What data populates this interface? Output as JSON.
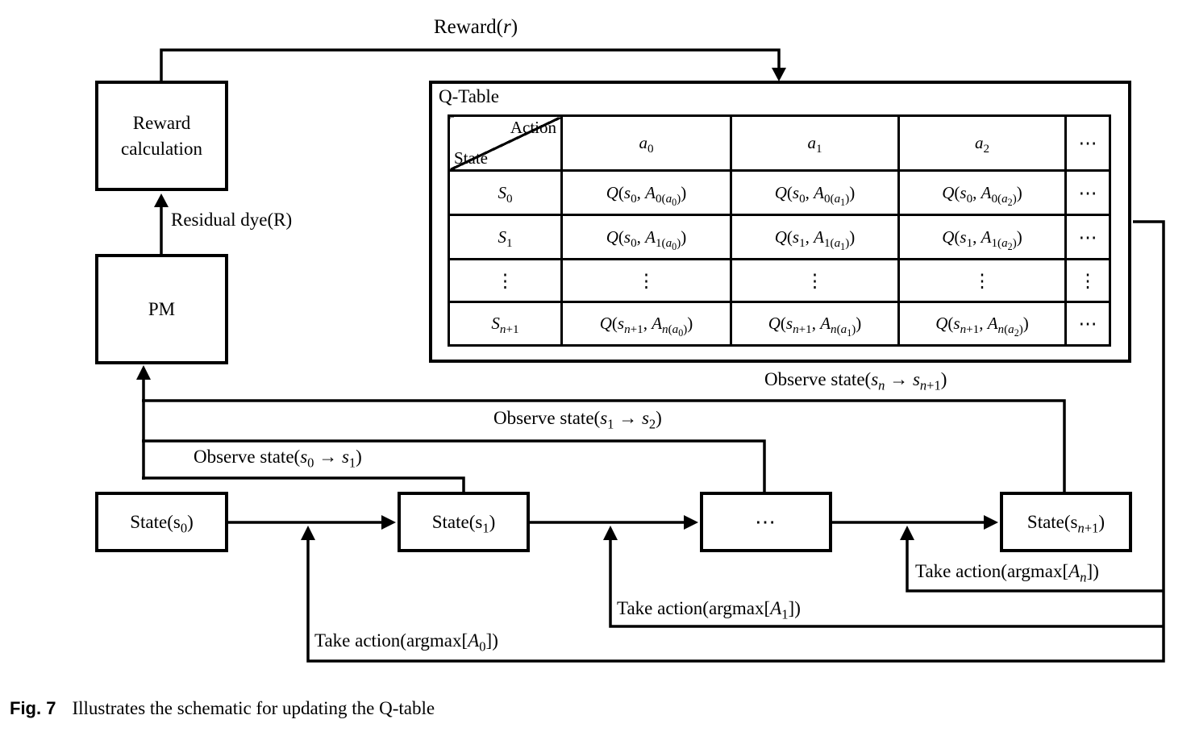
{
  "labels": {
    "reward": "Reward(<i>r</i>)",
    "residual": "Residual dye(R)",
    "observe_n": "Observe state(<i>s</i><sub><i>n</i></sub> → <i>s</i><sub><i>n</i>+1</sub>)",
    "observe_1": "Observe state(<i>s</i><sub>1</sub> → <i>s</i><sub>2</sub>)",
    "observe_0": "Observe state(<i>s</i><sub>0</sub> → <i>s</i><sub>1</sub>)",
    "take_action_0": "Take action(argmax[<i>A</i><sub>0</sub>])",
    "take_action_1": "Take action(argmax[<i>A</i><sub>1</sub>])",
    "take_action_n": "Take action(argmax[<i>A</i><sub><i>n</i></sub>])"
  },
  "boxes": {
    "reward_calc": "Reward calculation",
    "pm": "PM",
    "state_0": "State(s<sub>0</sub>)",
    "state_1": "State(s<sub>1</sub>)",
    "state_mid": "⋯",
    "state_n1": "State(s<sub><i>n</i>+1</sub>)"
  },
  "qtable": {
    "title": "Q-Table",
    "corner_top": "Action",
    "corner_bottom": "State",
    "col_headers": [
      "<i>a</i><sub>0</sub>",
      "<i>a</i><sub>1</sub>",
      "<i>a</i><sub>2</sub>",
      "⋯"
    ],
    "rows": [
      {
        "header": "<i>S</i><sub>0</sub>",
        "cells": [
          "<i>Q</i>(<i>s</i><sub>0</sub>, <i>A</i><sub>0(<i>a</i><sub>0</sub>)</sub>)",
          "<i>Q</i>(<i>s</i><sub>0</sub>, <i>A</i><sub>0(<i>a</i><sub>1</sub>)</sub>)",
          "<i>Q</i>(<i>s</i><sub>0</sub>, <i>A</i><sub>0(<i>a</i><sub>2</sub>)</sub>)",
          "⋯"
        ]
      },
      {
        "header": "<i>S</i><sub>1</sub>",
        "cells": [
          "<i>Q</i>(<i>s</i><sub>0</sub>, <i>A</i><sub>1(<i>a</i><sub>0</sub>)</sub>)",
          "<i>Q</i>(<i>s</i><sub>1</sub>, <i>A</i><sub>1(<i>a</i><sub>1</sub>)</sub>)",
          "<i>Q</i>(<i>s</i><sub>1</sub>, <i>A</i><sub>1(<i>a</i><sub>2</sub>)</sub>)",
          "⋯"
        ]
      },
      {
        "header": "⋮",
        "cells": [
          "⋮",
          "⋮",
          "⋮",
          "⋮"
        ]
      },
      {
        "header": "<i>S</i><sub><i>n</i>+1</sub>",
        "cells": [
          "<i>Q</i>(<i>s</i><sub><i>n</i>+1</sub>, <i>A</i><sub><i>n</i>(<i>a</i><sub>0</sub>)</sub>)",
          "<i>Q</i>(<i>s</i><sub><i>n</i>+1</sub>, <i>A</i><sub><i>n</i>(<i>a</i><sub>1</sub>)</sub>)",
          "<i>Q</i>(<i>s</i><sub><i>n</i>+1</sub>, <i>A</i><sub><i>n</i>(<i>a</i><sub>2</sub>)</sub>)",
          "⋯"
        ]
      }
    ]
  },
  "caption": {
    "fig": "Fig. 7",
    "text": "Illustrates the schematic for updating the Q-table"
  }
}
